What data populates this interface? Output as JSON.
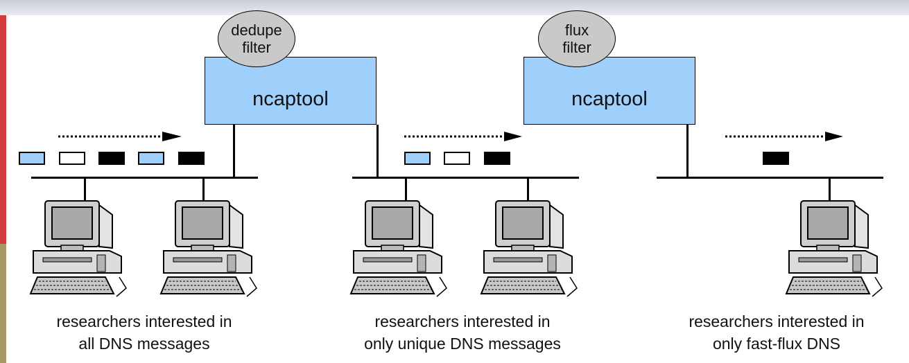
{
  "nodes": {
    "tool1": {
      "label": "ncaptool"
    },
    "tool2": {
      "label": "ncaptool"
    }
  },
  "filters": {
    "filter1": {
      "label": "dedupe\nfilter"
    },
    "filter2": {
      "label": "flux\nfilter"
    }
  },
  "groups": [
    {
      "caption": "researchers interested in\nall DNS messages",
      "computers": 2
    },
    {
      "caption": "researchers interested in\nonly unique DNS messages",
      "computers": 2
    },
    {
      "caption": "researchers interested in\nonly fast-flux DNS",
      "computers": 1
    }
  ],
  "packets": {
    "stream1": [
      "blue",
      "white",
      "black",
      "blue",
      "black"
    ],
    "stream2": [
      "blue",
      "white",
      "black"
    ],
    "stream3": [
      "black"
    ]
  },
  "colors": {
    "box": "#9fd0fb",
    "bubble": "#c9c9c9",
    "packet_blue": "#9fd0fb",
    "packet_black": "#000000",
    "packet_white": "#ffffff"
  },
  "icons": {
    "computer": "desktop-computer-icon",
    "arrow": "dotted-arrow-icon"
  }
}
